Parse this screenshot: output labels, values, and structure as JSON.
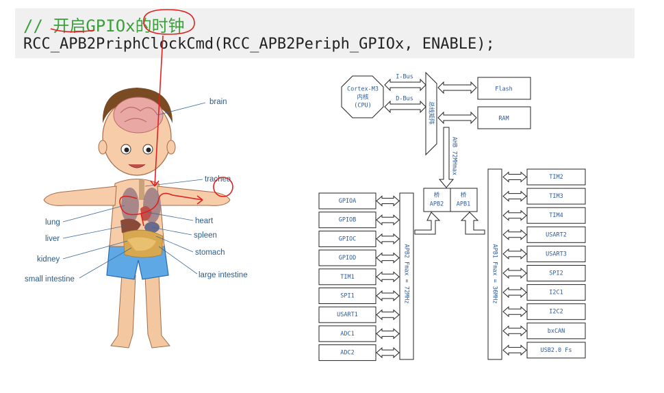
{
  "code": {
    "comment": "// 开启GPIOx的时钟",
    "line": "RCC_APB2PriphClockCmd(RCC_APB2Periph_GPIOx, ENABLE);"
  },
  "body_labels": {
    "brain": "brain",
    "trachea": "trachea",
    "heart": "heart",
    "lung": "lung",
    "liver": "liver",
    "spleen": "spleen",
    "stomach": "stomach",
    "kidney": "kidney",
    "small_intestine": "small intestine",
    "large_intestine": "large intestine"
  },
  "diagram": {
    "cpu_line1": "Cortex-M3",
    "cpu_line2": "内核",
    "cpu_line3": "(CPU)",
    "ibus": "I-Bus",
    "dbus": "D-Bus",
    "bus_matrix": "总线矩阵",
    "flash": "Flash",
    "ram": "RAM",
    "ahb": "AHB 72MHmax",
    "bridge2_line1": "桥",
    "bridge2_line2": "APB2",
    "bridge1_line1": "桥",
    "bridge1_line2": "APB1",
    "apb2_bus": "APB2 Fmax = 72MHz",
    "apb1_bus": "APB1 Fmax = 36MHz",
    "apb2_peripherals": [
      "GPIOA",
      "GPIOB",
      "GPIOC",
      "GPIOD",
      "TIM1",
      "SPI1",
      "USART1",
      "ADC1",
      "ADC2"
    ],
    "apb1_peripherals": [
      "TIM2",
      "TIM3",
      "TIM4",
      "USART2",
      "USART3",
      "SPI2",
      "I2C1",
      "I2C2",
      "bxCAN",
      "USB2.0 Fs"
    ]
  },
  "colors": {
    "comment": "#3aa03a",
    "annotation": "#e02020",
    "label": "#2a5a8a"
  }
}
